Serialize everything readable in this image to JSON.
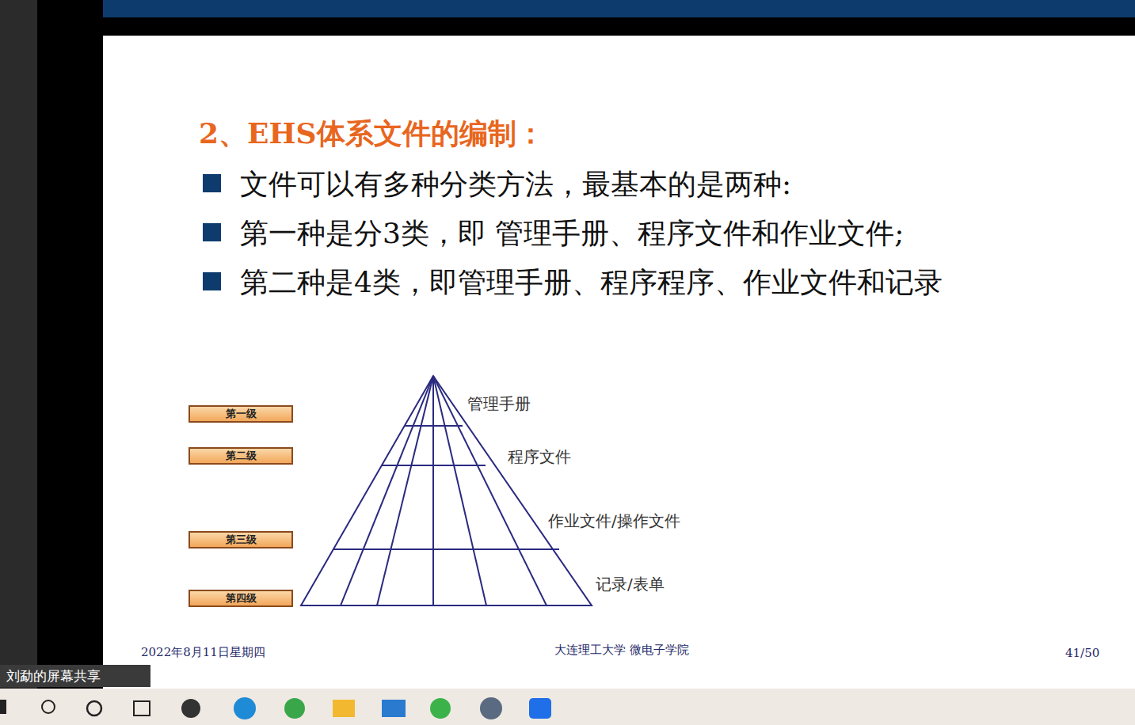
{
  "diagram": {
    "title": "2、EHS体系文件的编制：",
    "nodes": [
      {
        "text": [
          "第一级"
        ]
      },
      {
        "text": [
          "第二级"
        ]
      },
      {
        "text": [
          "第三级"
        ]
      },
      {
        "text": [
          "第四级"
        ]
      }
    ],
    "labels": [
      "文件可以有多种分类方法，最基本的是两种:",
      "第一种是分3类，即 管理手册、程序文件和作业文件;",
      "第二种是4类，即管理手册、程序程序、作业文件和记录",
      "管理手册",
      "程序文件",
      "作业文件/操作文件",
      "记录/表单",
      "2022年8月11日星期四",
      "大连理工大学  微电子学院",
      "41/50",
      "刘勐的屏幕共享"
    ]
  }
}
